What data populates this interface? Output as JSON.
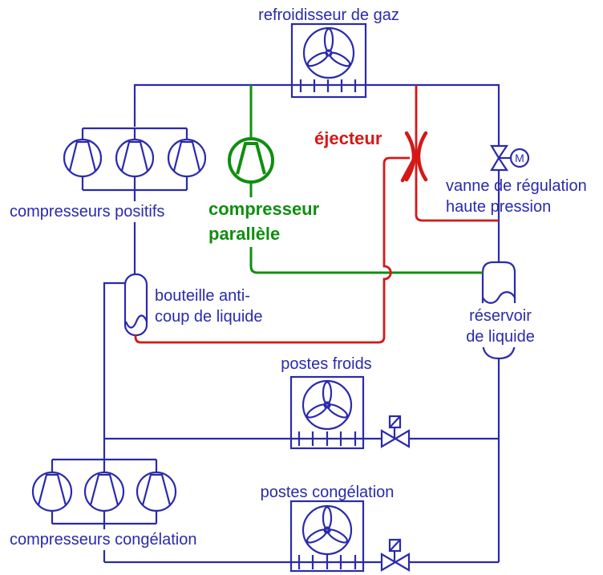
{
  "colors": {
    "blue": "#2a2aad",
    "green": "#0f8f0f",
    "red": "#d51717",
    "bg": "#ffffff"
  },
  "labels": {
    "gas_cooler": "refroidisseur de gaz",
    "mt_compressors": "compresseurs positifs",
    "parallel_compressor": "compresseur\nparallèle",
    "ejector": "éjecteur",
    "hp_valve": "vanne de régulation\nhaute pression",
    "suction_bottle": "bouteille anti-\ncoup de liquide",
    "receiver": "réservoir\nde liquide",
    "mt_posts": "postes froids",
    "lt_posts": "postes congélation",
    "lt_compressors": "compresseurs congélation",
    "motor": "M"
  }
}
